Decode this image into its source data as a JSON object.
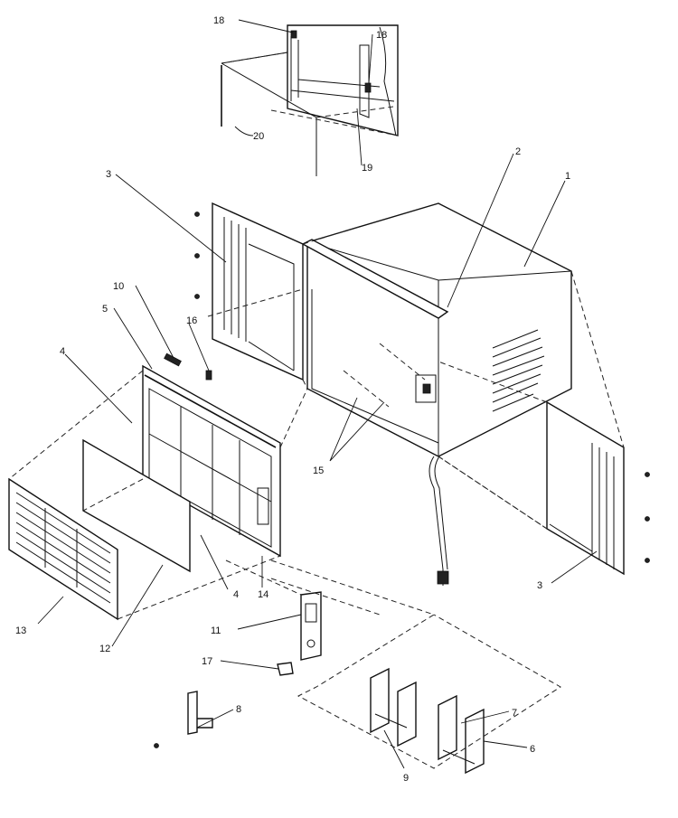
{
  "callouts": [
    {
      "id": "c18a",
      "text": "18"
    },
    {
      "id": "c18b",
      "text": "18"
    },
    {
      "id": "c20",
      "text": "20"
    },
    {
      "id": "c19",
      "text": "19"
    },
    {
      "id": "c3a",
      "text": "3"
    },
    {
      "id": "c2",
      "text": "2"
    },
    {
      "id": "c1",
      "text": "1"
    },
    {
      "id": "c10",
      "text": "10"
    },
    {
      "id": "c5",
      "text": "5"
    },
    {
      "id": "c16",
      "text": "16"
    },
    {
      "id": "c4a",
      "text": "4"
    },
    {
      "id": "c15",
      "text": "15"
    },
    {
      "id": "c4b",
      "text": "4"
    },
    {
      "id": "c14",
      "text": "14"
    },
    {
      "id": "c3b",
      "text": "3"
    },
    {
      "id": "c13",
      "text": "13"
    },
    {
      "id": "c12",
      "text": "12"
    },
    {
      "id": "c11",
      "text": "11"
    },
    {
      "id": "c17",
      "text": "17"
    },
    {
      "id": "c8",
      "text": "8"
    },
    {
      "id": "c7",
      "text": "7"
    },
    {
      "id": "c6",
      "text": "6"
    },
    {
      "id": "c9",
      "text": "9"
    }
  ]
}
